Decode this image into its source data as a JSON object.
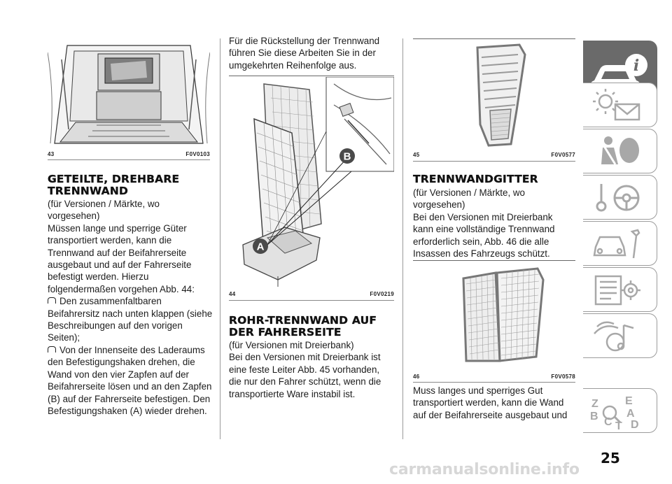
{
  "col1": {
    "fig_num": "43",
    "fig_code": "F0V0103",
    "heading": "GETEILTE, DREHBARE TRENNWAND",
    "text_scope": "(für Versionen / Märkte, wo vorgesehen)",
    "text_intro": "Müssen lange und sperrige Güter transportiert werden, kann die Trennwand auf der Beifahrerseite ausgebaut und auf der Fahrerseite befestigt werden. Hierzu folgendermaßen vorgehen Abb. 44:",
    "bullet1": "Den zusammenfaltbaren Beifahrersitz nach unten klappen (siehe Beschreibungen auf den vorigen Seiten);",
    "bullet2": "Von der Innenseite des Laderaums den Befestigungshaken drehen, die Wand von den vier Zapfen auf der Beifahrerseite lösen und an den Zapfen (B) auf der Fahrerseite befestigen. Den Befestigungshaken (A) wieder drehen."
  },
  "col2": {
    "text_top": "Für die Rückstellung der Trennwand führen Sie diese Arbeiten Sie in der umgekehrten Reihenfolge aus.",
    "label_a": "A",
    "label_b": "B",
    "fig_num": "44",
    "fig_code": "F0V0219",
    "heading": "ROHR-TRENNWAND AUF DER FAHRERSEITE",
    "text_scope": "(für Versionen mit Dreierbank)",
    "text_body": "Bei den Versionen mit Dreierbank ist eine feste Leiter Abb. 45 vorhanden, die nur den Fahrer schützt, wenn die transportierte Ware instabil ist."
  },
  "col3": {
    "fig45_num": "45",
    "fig45_code": "F0V0577",
    "heading": "TRENNWANDGITTER",
    "text_scope": "(für Versionen / Märkte, wo vorgesehen)",
    "text_body": "Bei den Versionen mit Dreierbank kann eine vollständige Trennwand erforderlich sein, Abb. 46 die alle Insassen des Fahrzeugs schützt.",
    "fig46_num": "46",
    "fig46_code": "F0V0578",
    "text_bottom": "Muss langes und sperriges Gut transportiert werden, kann die Wand auf der Beifahrerseite ausgebaut und"
  },
  "tabs": [
    {
      "icon": "car-info-icon",
      "active": true
    },
    {
      "icon": "warning-lights-mail-icon",
      "active": false
    },
    {
      "icon": "airbag-seatbelt-icon",
      "active": false
    },
    {
      "icon": "steering-wheel-key-icon",
      "active": false
    },
    {
      "icon": "car-wrench-icon",
      "active": false
    },
    {
      "icon": "list-gear-icon",
      "active": false
    },
    {
      "icon": "multimedia-music-icon",
      "active": false
    },
    {
      "icon": "index-letters-icon",
      "active": false
    }
  ],
  "tab_index_letters": [
    "Z",
    "E",
    "A",
    "B",
    "C",
    "T",
    "D"
  ],
  "page_number": "25",
  "watermark": "carmanualsonline.info",
  "colors": {
    "tab_active": "#6a6a6a",
    "tab_border": "#9c9c9c",
    "icon_gray": "#a8a8a8"
  }
}
